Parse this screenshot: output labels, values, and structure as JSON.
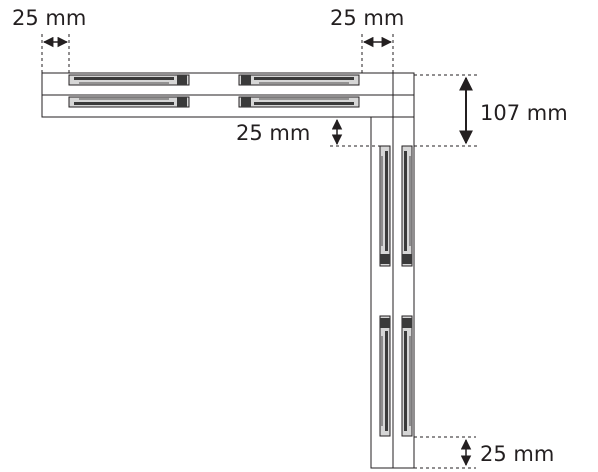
{
  "dimensions": {
    "left_gap": "25 mm",
    "right_gap": "25 mm",
    "vertical_gap": "25 mm",
    "height_107": "107 mm",
    "bottom_gap": "25 mm"
  },
  "colors": {
    "stroke": "#231f20",
    "bracket_fill": "#d6d6d6",
    "bracket_dark": "#3a3a3a"
  }
}
